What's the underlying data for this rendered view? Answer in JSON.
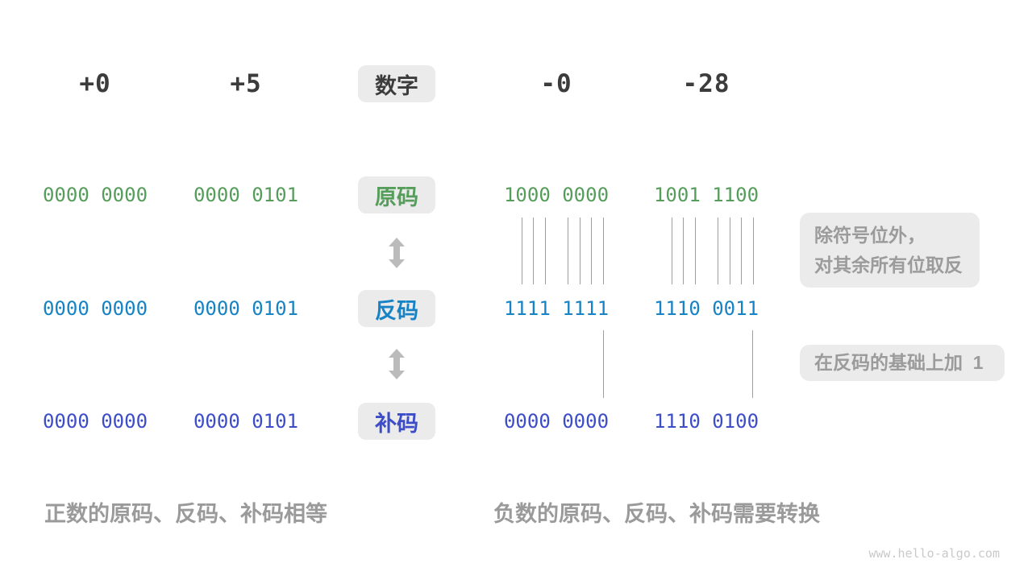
{
  "title_row": {
    "label": "数字",
    "values": [
      "+0",
      "+5",
      "-0",
      "-28"
    ]
  },
  "rows": [
    {
      "key": "sign-magnitude",
      "label": "原码",
      "color": "#569d5c",
      "values": [
        "0000 0000",
        "0000 0101",
        "1000 0000",
        "1001 1100"
      ]
    },
    {
      "key": "ones-complement",
      "label": "反码",
      "color": "#1783c5",
      "values": [
        "0000 0000",
        "0000 0101",
        "1111 1111",
        "1110 0011"
      ]
    },
    {
      "key": "twos-complement",
      "label": "补码",
      "color": "#3d4dc8",
      "values": [
        "0000 0000",
        "0000 0101",
        "0000 0000",
        "1110 0100"
      ]
    }
  ],
  "annotations": {
    "invert_bits_line1": "除符号位外，",
    "invert_bits_line2": "对其余所有位取反",
    "add_one": "在反码的基础上加  1"
  },
  "captions": {
    "positive": "正数的原码、反码、补码相等",
    "negative": "负数的原码、反码、补码需要转换"
  },
  "watermark": "www.hello-algo.com",
  "colors": {
    "background": "#ffffff",
    "dark_text": "#3c3c3c",
    "sign_magnitude_green": "#569d5c",
    "ones_complement_blue": "#1783c5",
    "twos_complement_indigo": "#3d4dc8",
    "pill_background": "#ebebeb",
    "annotation_text": "#9b9b9b",
    "caption_text": "#9a9a9a",
    "tick_line": "#9e9e9e",
    "arrow_gray": "#bbbbbb",
    "watermark_text": "#c9c9c9"
  }
}
